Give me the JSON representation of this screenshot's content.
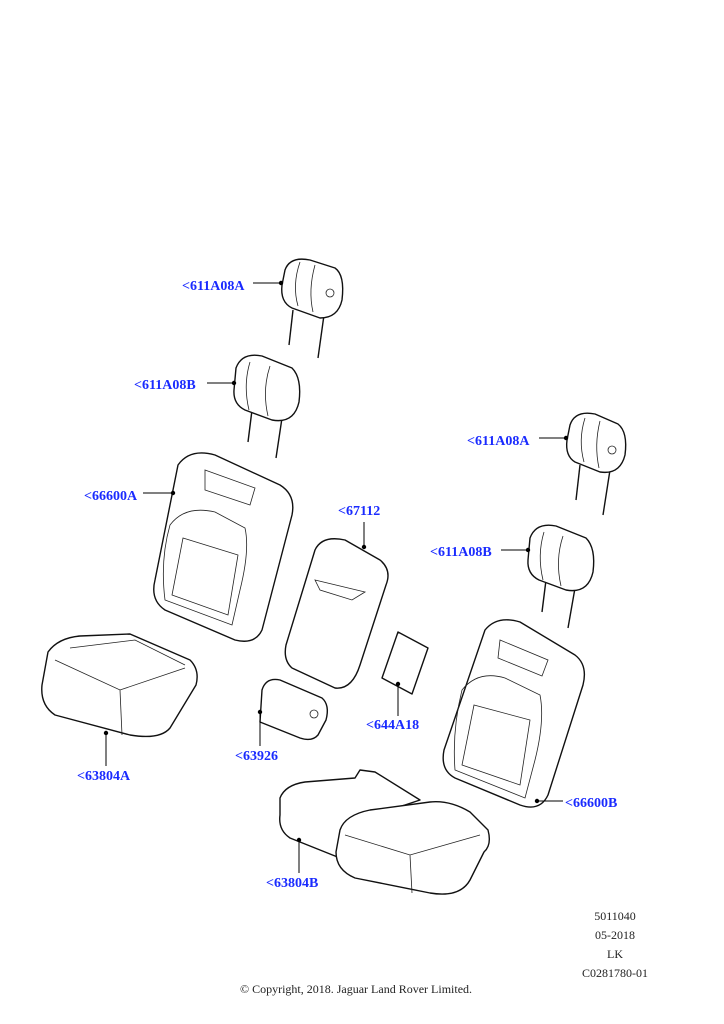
{
  "callouts": [
    {
      "text": "<611A08A"
    },
    {
      "text": "<611A08B"
    },
    {
      "text": "<66600A"
    },
    {
      "text": "<63804A"
    },
    {
      "text": "<67112"
    },
    {
      "text": "<63926"
    },
    {
      "text": "<644A18"
    },
    {
      "text": "<611A08A"
    },
    {
      "text": "<611A08B"
    },
    {
      "text": "<66600B"
    },
    {
      "text": "<63804B"
    }
  ],
  "info": {
    "ref": "5011040",
    "date": "05-2018",
    "initials": "LK",
    "code": "C0281780-01"
  },
  "copyright": "© Copyright, 2018. Jaguar Land Rover Limited.",
  "colors": {
    "callout": "#1a2bff"
  }
}
